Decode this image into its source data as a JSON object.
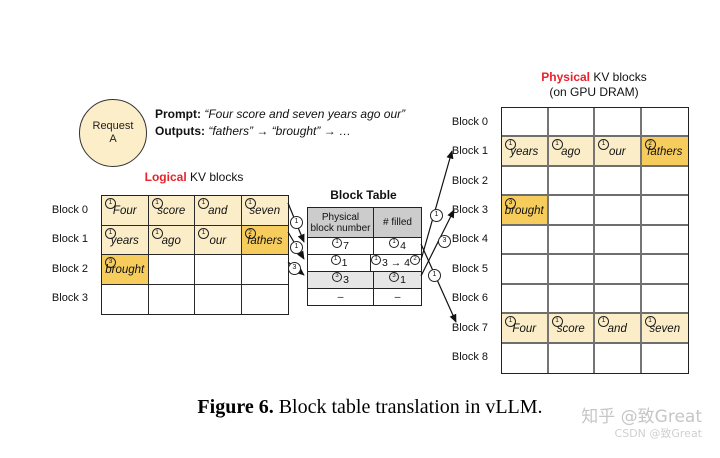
{
  "request": {
    "line1": "Request",
    "line2": "A"
  },
  "prompt": {
    "prompt_label": "Prompt:",
    "prompt_text": "“Four score and seven years ago our”",
    "outputs_label": "Outputs:",
    "outputs_text": "“fathers” → “brought” → …"
  },
  "logical": {
    "title_accent": "Logical",
    "title_rest": " KV blocks",
    "row_labels": [
      "Block 0",
      "Block 1",
      "Block 2",
      "Block 3"
    ],
    "cells": [
      {
        "sup": "1",
        "word": "Four",
        "bg": "cream"
      },
      {
        "sup": "1",
        "word": "score",
        "bg": "cream"
      },
      {
        "sup": "1",
        "word": "and",
        "bg": "cream"
      },
      {
        "sup": "1",
        "word": "seven",
        "bg": "cream"
      },
      {
        "sup": "1",
        "word": "years",
        "bg": "cream"
      },
      {
        "sup": "1",
        "word": "ago",
        "bg": "cream"
      },
      {
        "sup": "1",
        "word": "our",
        "bg": "cream"
      },
      {
        "sup": "2",
        "word": "fathers",
        "bg": "gold"
      },
      {
        "sup": "3",
        "word": "brought",
        "bg": "gold"
      },
      {},
      {},
      {},
      {},
      {},
      {},
      {}
    ]
  },
  "block_table": {
    "title": "Block Table",
    "headers": [
      "Physical block number",
      "# filled"
    ],
    "rows": [
      {
        "shaded": false,
        "cells": [
          [
            {
              "s": "1"
            },
            {
              "t": "7"
            }
          ],
          [
            {
              "s": "1"
            },
            {
              "t": "4"
            }
          ]
        ]
      },
      {
        "shaded": false,
        "cells": [
          [
            {
              "s": "1"
            },
            {
              "t": "1"
            }
          ],
          [
            {
              "s": "1"
            },
            {
              "t": "3 → 4"
            },
            {
              "s": "2"
            }
          ]
        ]
      },
      {
        "shaded": true,
        "cells": [
          [
            {
              "s": "3"
            },
            {
              "t": "3"
            }
          ],
          [
            {
              "s": "3"
            },
            {
              "t": "1"
            }
          ]
        ]
      },
      {
        "shaded": false,
        "cells": [
          [
            {
              "t": "–"
            }
          ],
          [
            {
              "t": "–"
            }
          ]
        ]
      }
    ]
  },
  "physical": {
    "title_accent": "Physical",
    "title_rest": " KV blocks",
    "subtitle": "(on GPU DRAM)",
    "row_labels": [
      "Block 0",
      "Block 1",
      "Block 2",
      "Block 3",
      "Block 4",
      "Block 5",
      "Block 6",
      "Block 7",
      "Block 8"
    ],
    "cells": [
      {},
      {},
      {},
      {},
      {
        "sup": "1",
        "word": "years",
        "bg": "cream"
      },
      {
        "sup": "1",
        "word": "ago",
        "bg": "cream"
      },
      {
        "sup": "1",
        "word": "our",
        "bg": "cream"
      },
      {
        "sup": "2",
        "word": "fathers",
        "bg": "gold"
      },
      {},
      {},
      {},
      {},
      {
        "sup": "3",
        "word": "brought",
        "bg": "gold"
      },
      {},
      {},
      {},
      {},
      {},
      {},
      {},
      {},
      {},
      {},
      {},
      {},
      {},
      {},
      {},
      {
        "sup": "1",
        "word": "Four",
        "bg": "cream"
      },
      {
        "sup": "1",
        "word": "score",
        "bg": "cream"
      },
      {
        "sup": "1",
        "word": "and",
        "bg": "cream"
      },
      {
        "sup": "1",
        "word": "seven",
        "bg": "cream"
      },
      {},
      {},
      {},
      {}
    ]
  },
  "arrows": {
    "left": [
      "1",
      "1",
      "3"
    ],
    "right": {
      "to_block1": "1",
      "to_block3": "3",
      "to_block7": "1"
    }
  },
  "caption": {
    "prefix": "Figure 6.",
    "text": " Block table translation in vLLM."
  },
  "watermark": {
    "line1": "知乎 @致Great",
    "line2": "CSDN @致Great"
  },
  "colors": {
    "accent_red": "#e8232b",
    "cell_cream": "#faedc8",
    "cell_gold": "#f6cc5d",
    "table_header_gray": "#cccccc",
    "shaded_row_gray": "#e6e6e6"
  }
}
